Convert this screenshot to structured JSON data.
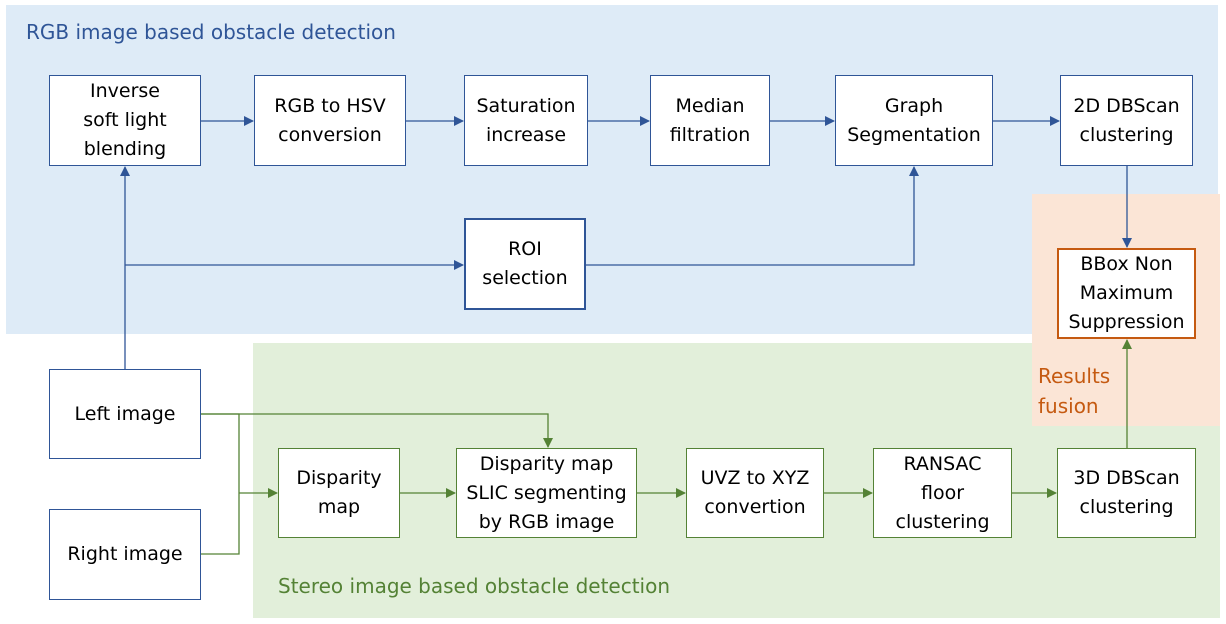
{
  "regions": {
    "rgb_label": "RGB image based obstacle detection",
    "stereo_label": "Stereo image based obstacle detection",
    "fusion_label": "Results\nfusion"
  },
  "boxes": {
    "inverse_soft_light": "Inverse\nsoft light\nblending",
    "rgb_to_hsv": "RGB to HSV\nconversion",
    "saturation": "Saturation\nincrease",
    "median": "Median\nfiltration",
    "graph_seg": "Graph\nSegmentation",
    "dbscan_2d": "2D DBScan\nclustering",
    "roi": "ROI\nselection",
    "bbox_nms": "BBox Non\nMaximum\nSuppression",
    "left_image": "Left image",
    "right_image": "Right image",
    "disparity_map": "Disparity\nmap",
    "slic": "Disparity map\nSLIC segmenting\nby RGB image",
    "uvz_xyz": "UVZ to XYZ\nconvertion",
    "ransac": "RANSAC\nfloor\nclustering",
    "dbscan_3d": "3D DBScan\nclustering"
  },
  "colors": {
    "blue": "#2f5597",
    "green": "#548235",
    "orange": "#c55a11"
  }
}
